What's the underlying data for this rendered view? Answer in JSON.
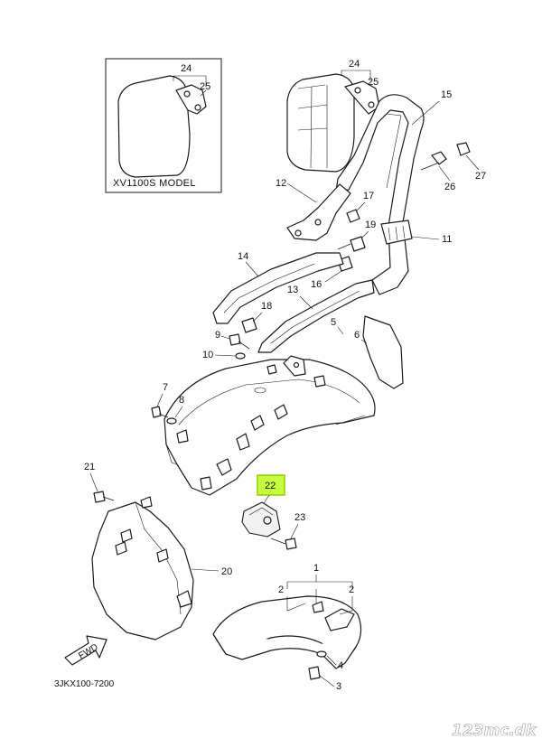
{
  "inset": {
    "title": "XV1100S MODEL"
  },
  "diagram_code": "3JKX100-7200",
  "watermark": "123mc.dk",
  "fwd_label": "FWD",
  "highlighted_part": "22",
  "callouts": {
    "p1": "1",
    "p2a": "2",
    "p2b": "2",
    "p3": "3",
    "p4": "4",
    "p5": "5",
    "p6": "6",
    "p7": "7",
    "p8": "8",
    "p9": "9",
    "p10": "10",
    "p11": "11",
    "p12": "12",
    "p13": "13",
    "p14": "14",
    "p15": "15",
    "p16": "16",
    "p17": "17",
    "p18": "18",
    "p19": "19",
    "p20": "20",
    "p21": "21",
    "p22": "22",
    "p23": "23",
    "p24a": "24",
    "p25a": "25",
    "p24b": "24",
    "p25b": "25",
    "p26": "26",
    "p27": "27"
  },
  "colors": {
    "highlight": "#c6ff3c",
    "line": "#1a1a1a"
  }
}
